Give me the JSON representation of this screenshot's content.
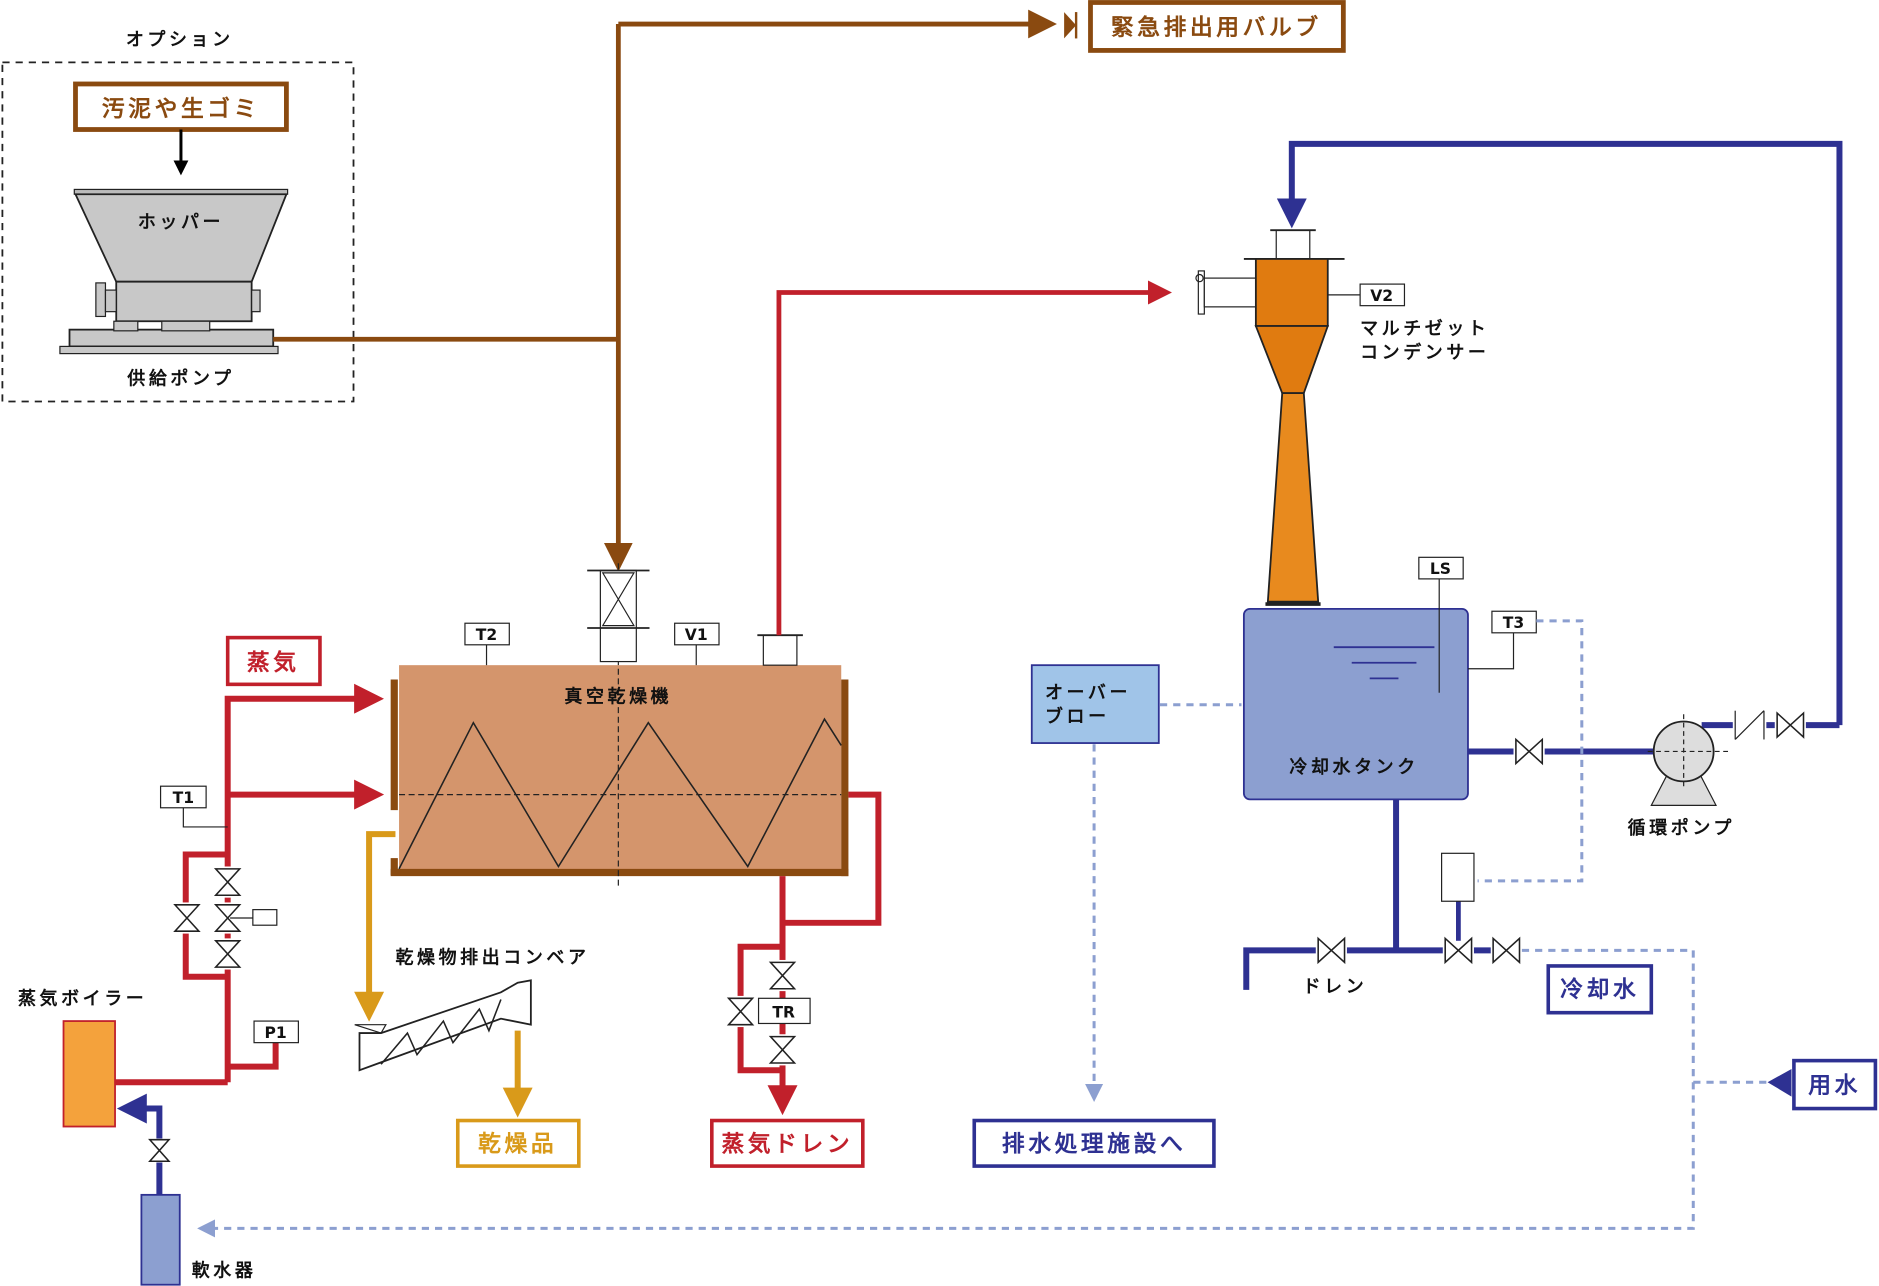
{
  "colors": {
    "sludge_line": "#8a4a10",
    "steam_line": "#c1202b",
    "water_line": "#2e3192",
    "dashed_water": "#8c9fd0",
    "product_line": "#d99a1a",
    "dryer_fill": "#d4956c",
    "condenser_fill": "#e07b10",
    "tank_fill": "#8c9fd0",
    "overflow_fill": "#a0c4e8",
    "boiler_fill": "#f4a23c"
  },
  "option": {
    "title": "オプション",
    "input_label": "汚泥や生ゴミ",
    "hopper": "ホッパー",
    "feed_pump": "供給ポンプ"
  },
  "emergency_valve": "緊急排出用バルブ",
  "dryer": {
    "label": "真空乾燥機",
    "t2": "T2",
    "v1": "V1"
  },
  "steam": {
    "label": "蒸気",
    "t1": "T1",
    "p1": "P1",
    "boiler": "蒸気ボイラー",
    "softener": "軟水器"
  },
  "conveyor": {
    "label": "乾燥物排出コンベア",
    "product": "乾燥品"
  },
  "drain": {
    "tr": "TR",
    "label": "蒸気ドレン"
  },
  "condenser": {
    "v2": "V2",
    "line1": "マルチゼット",
    "line2": "コンデンサー"
  },
  "tank": {
    "label": "冷却水タンク",
    "ls": "LS",
    "t3": "T3"
  },
  "overflow": {
    "line1": "オーバー",
    "line2": "ブロー"
  },
  "wastewater": "排水処理施設へ",
  "circ_pump": "循環ポンプ",
  "drain_label": "ドレン",
  "cooling_water": "冷却水",
  "utility_water": "用水"
}
